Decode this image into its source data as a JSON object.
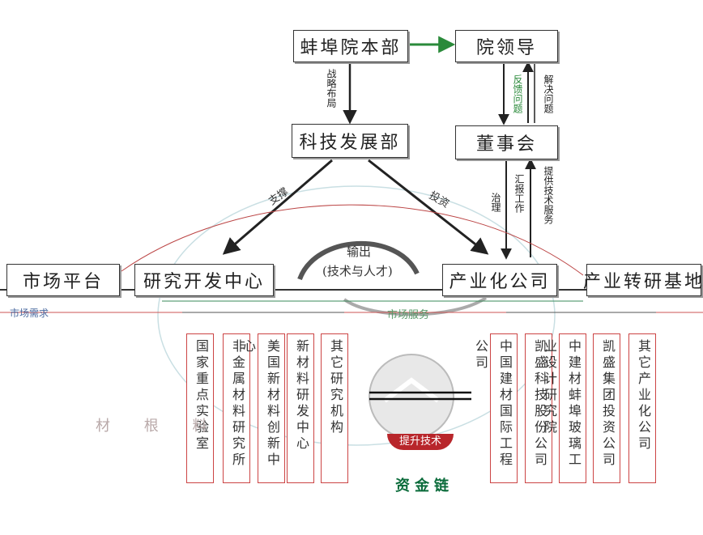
{
  "nodes": {
    "hq": "蚌埠院本部",
    "leaders": "院领导",
    "tech_dept": "科技发展部",
    "board": "董事会",
    "market": "市场平台",
    "rnd": "研究开发中心",
    "industrial": "产业化公司",
    "base": "产业转研基地"
  },
  "edge_labels": {
    "strategy": "战略布局",
    "feedback": "反馈问题",
    "solve": "解决问题",
    "govern": "治理",
    "report": "汇报工作",
    "tech_service": "提供技术服务",
    "support": "支撑",
    "investment": "投资",
    "output_1": "输出",
    "output_2": "(技术与人才)",
    "market_service": "市场服务"
  },
  "rnd_units": [
    "国家重点实验室",
    "非金属材料研究所",
    "美国新材料创新中心",
    "新材料研发中心",
    "其它研究机构"
  ],
  "industrial_units": [
    "中国建材国际工程公司",
    "凯盛科技股份公司",
    "中建材蚌埠玻璃工业设计研究院",
    "凯盛集团投资公司",
    "其它产业化公司"
  ],
  "center": {
    "banner_red": "提升技术",
    "banner_green": "资金链"
  },
  "faded": {
    "left_chars": "材 根 料",
    "left_badge": "市场需求"
  }
}
